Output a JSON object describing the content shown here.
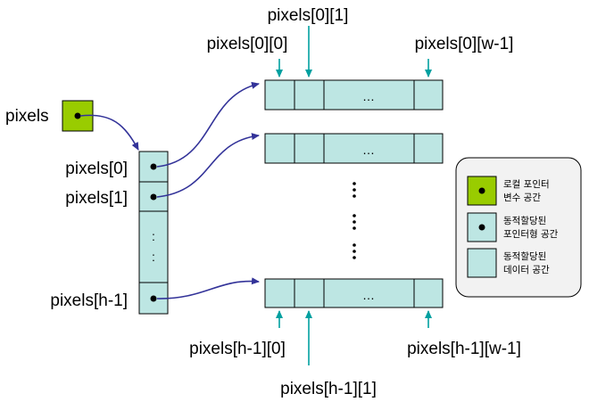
{
  "labels": {
    "pixels": "pixels",
    "pixels_0": "pixels[0]",
    "pixels_1": "pixels[1]",
    "pixels_h1": "pixels[h-1]",
    "pixels_0_0": "pixels[0][0]",
    "pixels_0_1": "pixels[0][1]",
    "pixels_0_w1": "pixels[0][w-1]",
    "pixels_h1_0": "pixels[h-1][0]",
    "pixels_h1_1": "pixels[h-1][1]",
    "pixels_h1_w1": "pixels[h-1][w-1]"
  },
  "row_ellipsis": "…",
  "vertical_ellipsis_small": ":",
  "legend": {
    "local_line1": "로컬 포인터",
    "local_line2": "변수 공간",
    "ptr_line1": "동적할당된",
    "ptr_line2": "포인터형 공간",
    "data_line1": "동적할당된",
    "data_line2": "데이터 공간"
  },
  "colors": {
    "local": "#99cc00",
    "cell": "#bde6e3",
    "pointer_arrow": "#333399",
    "index_arrow": "#00a0a0"
  }
}
